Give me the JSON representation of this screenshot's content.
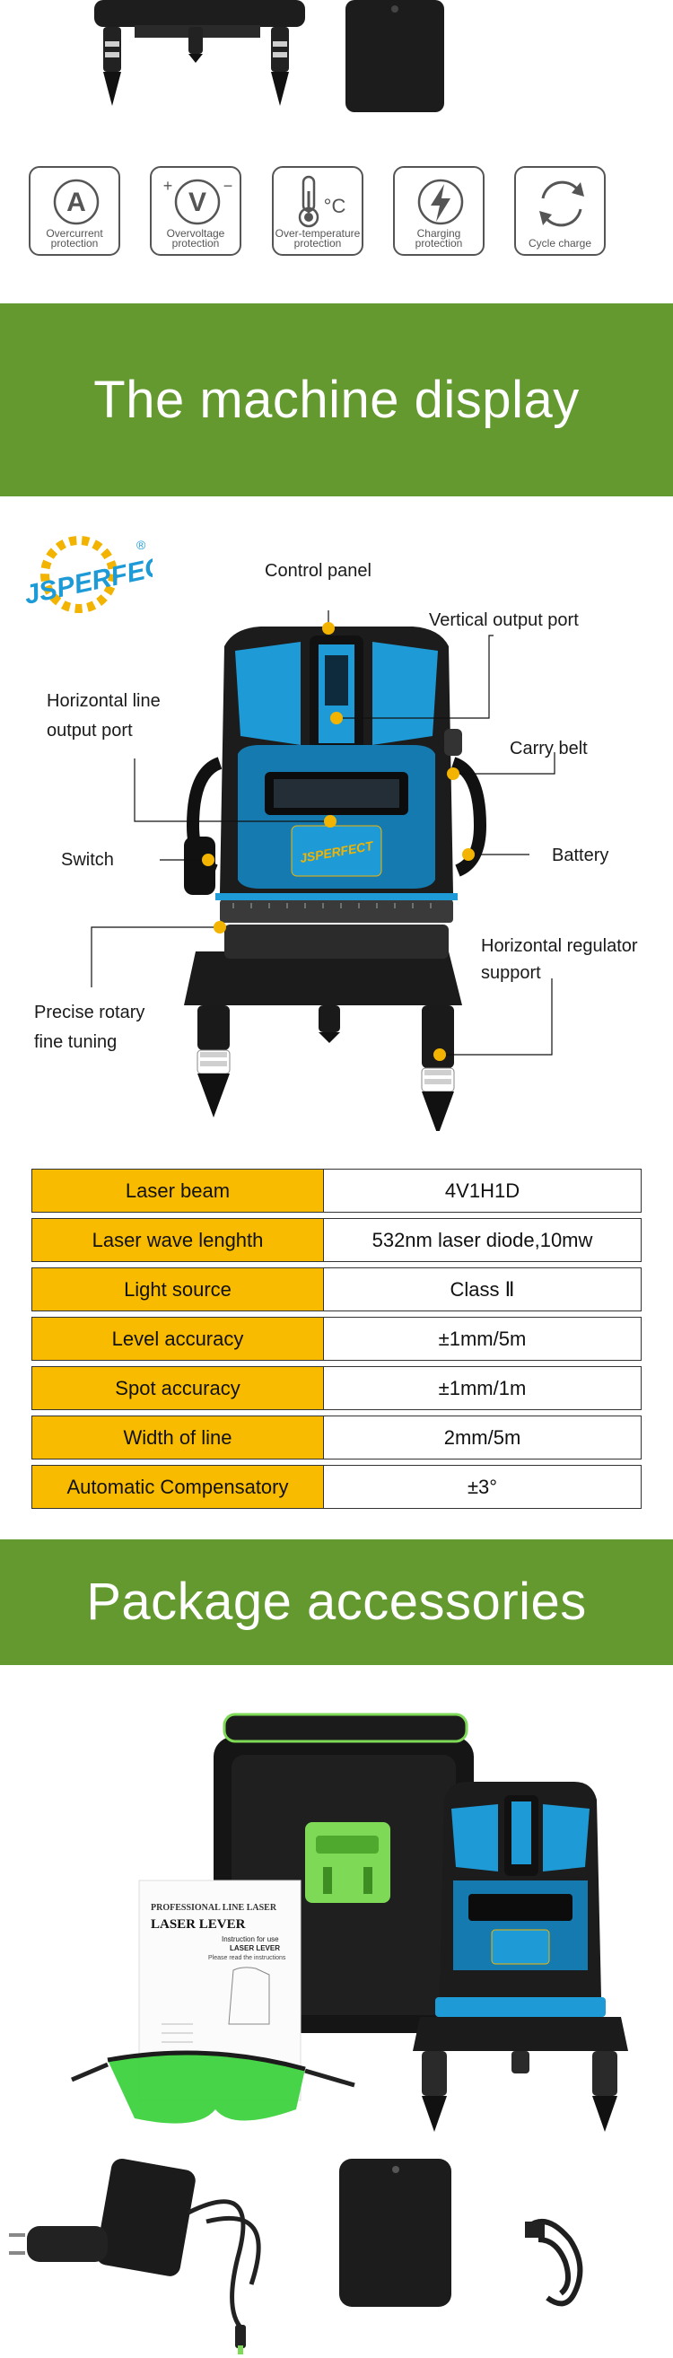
{
  "features": [
    {
      "icon": "ampere-icon",
      "glyph": "A",
      "label": "Overcurrent protection"
    },
    {
      "icon": "voltage-icon",
      "glyph": "V",
      "label": "Overvoltage protection"
    },
    {
      "icon": "thermometer-icon",
      "glyph": "°C",
      "label": "Over-temperature protection"
    },
    {
      "icon": "lightning-icon",
      "glyph": "",
      "label": "Charging protection"
    },
    {
      "icon": "cycle-arrows-icon",
      "glyph": "",
      "label": "Cycle charge"
    }
  ],
  "banner_display": "The machine display",
  "brand": "JSPERFECT",
  "brand_reg": "®",
  "callouts": {
    "control_panel": "Control panel",
    "vertical_output": "Vertical output port",
    "horizontal_line_output_1": "Horizontal line",
    "horizontal_line_output_2": "output port",
    "carry_belt": "Carry belt",
    "battery": "Battery",
    "switch": "Switch",
    "horizontal_regulator_1": "Horizontal regulator",
    "horizontal_regulator_2": "support",
    "precise_rotary_1": "Precise rotary",
    "precise_rotary_2": "fine tuning"
  },
  "specs": [
    {
      "key": "Laser beam",
      "value": "4V1H1D"
    },
    {
      "key": "Laser wave lenghth",
      "value": "532nm laser diode,10mw"
    },
    {
      "key": "Light source",
      "value": "Class Ⅱ"
    },
    {
      "key": "Level accuracy",
      "value": "±1mm/5m"
    },
    {
      "key": "Spot accuracy",
      "value": "±1mm/1m"
    },
    {
      "key": "Width of line",
      "value": "2mm/5m"
    },
    {
      "key": "Automatic Compensatory",
      "value": "±3°"
    }
  ],
  "banner_package": "Package accessories",
  "manual": {
    "header": "PROFESSIONAL LINE LASER",
    "title": "LASER LEVER",
    "instr_1": "Instruction for use",
    "instr_2": "LASER LEVER",
    "instr_3": "Please read the instructions"
  },
  "colors": {
    "banner_green": "#63992e",
    "spec_yellow": "#f9bb00",
    "device_blue": "#1e9bd7",
    "case_green": "#7ed957"
  }
}
